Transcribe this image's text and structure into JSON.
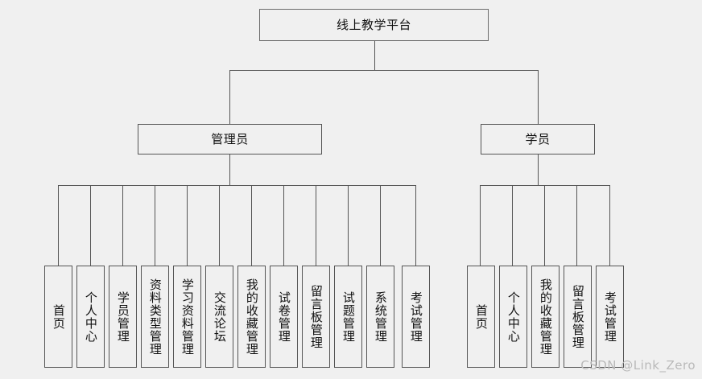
{
  "diagram": {
    "type": "org-chart",
    "title": "线上教学平台",
    "root": {
      "label": "线上教学平台"
    },
    "branches": [
      {
        "label": "管理员",
        "leaves": [
          {
            "label": "首页"
          },
          {
            "label": "个人中心"
          },
          {
            "label": "学员管理"
          },
          {
            "label": "资料类型管理"
          },
          {
            "label": "学习资料管理"
          },
          {
            "label": "交流论坛"
          },
          {
            "label": "我的收藏管理"
          },
          {
            "label": "试卷管理"
          },
          {
            "label": "留言板管理"
          },
          {
            "label": "试题管理"
          },
          {
            "label": "系统管理"
          },
          {
            "label": "考试管理"
          }
        ]
      },
      {
        "label": "学员",
        "leaves": [
          {
            "label": "首页"
          },
          {
            "label": "个人中心"
          },
          {
            "label": "我的收藏管理"
          },
          {
            "label": "留言板管理"
          },
          {
            "label": "考试管理"
          }
        ]
      }
    ]
  },
  "watermark": {
    "text": "CSDN @Link_Zero"
  },
  "colors": {
    "background": "#f0f0f0",
    "border": "#555555",
    "text": "#101010",
    "watermark": "#b9b9b9"
  }
}
